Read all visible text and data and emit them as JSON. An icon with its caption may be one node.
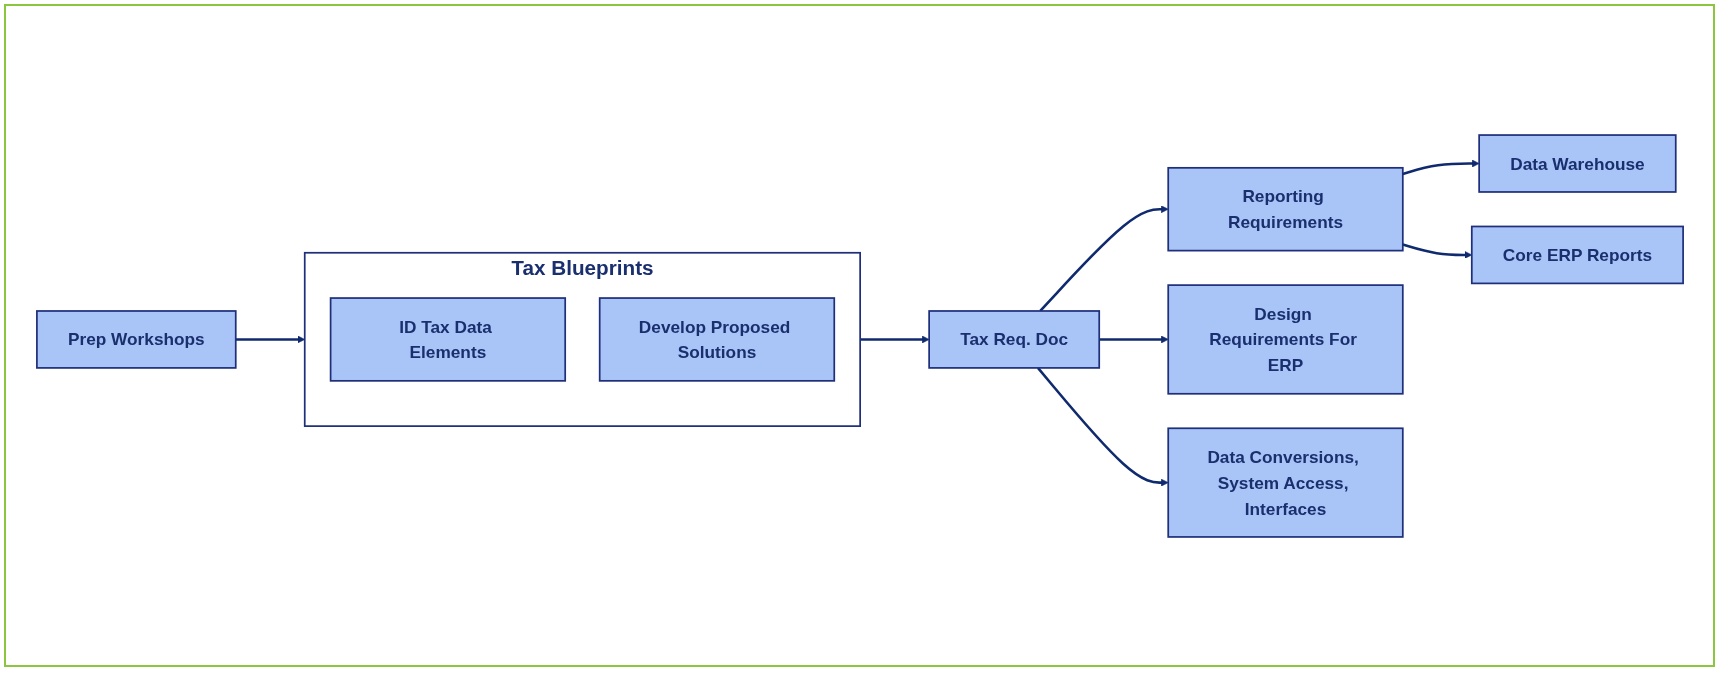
{
  "diagram": {
    "nodes": [
      {
        "text": [
          "Prep Workshops"
        ]
      },
      {
        "text": [
          "Tax Blueprints"
        ]
      },
      {
        "text": [
          "ID Tax Data Elements"
        ],
        "in": 1
      },
      {
        "text": [
          "Develop Proposed Solutions"
        ],
        "in": 1
      },
      {
        "text": [
          "Tax Req. Doc"
        ]
      },
      {
        "text": [
          "Reporting Requirements"
        ]
      },
      {
        "text": [
          "Data Warehouse"
        ]
      },
      {
        "text": [
          "Core ERP Reports"
        ]
      },
      {
        "text": [
          "Design Requirements For ERP"
        ]
      },
      {
        "text": [
          "Data Conversions, System Access, Interfaces"
        ]
      }
    ],
    "edges": [
      {
        "from": 0,
        "to": 1,
        "arrow": "to"
      },
      {
        "from": 1,
        "to": 4,
        "arrow": "to"
      },
      {
        "from": 4,
        "to": 5,
        "arrow": "to"
      },
      {
        "from": 4,
        "to": 8,
        "arrow": "to"
      },
      {
        "from": 4,
        "to": 9,
        "arrow": "to"
      },
      {
        "from": 5,
        "to": 6,
        "arrow": "to"
      },
      {
        "from": 5,
        "to": 7,
        "arrow": "to"
      }
    ]
  }
}
